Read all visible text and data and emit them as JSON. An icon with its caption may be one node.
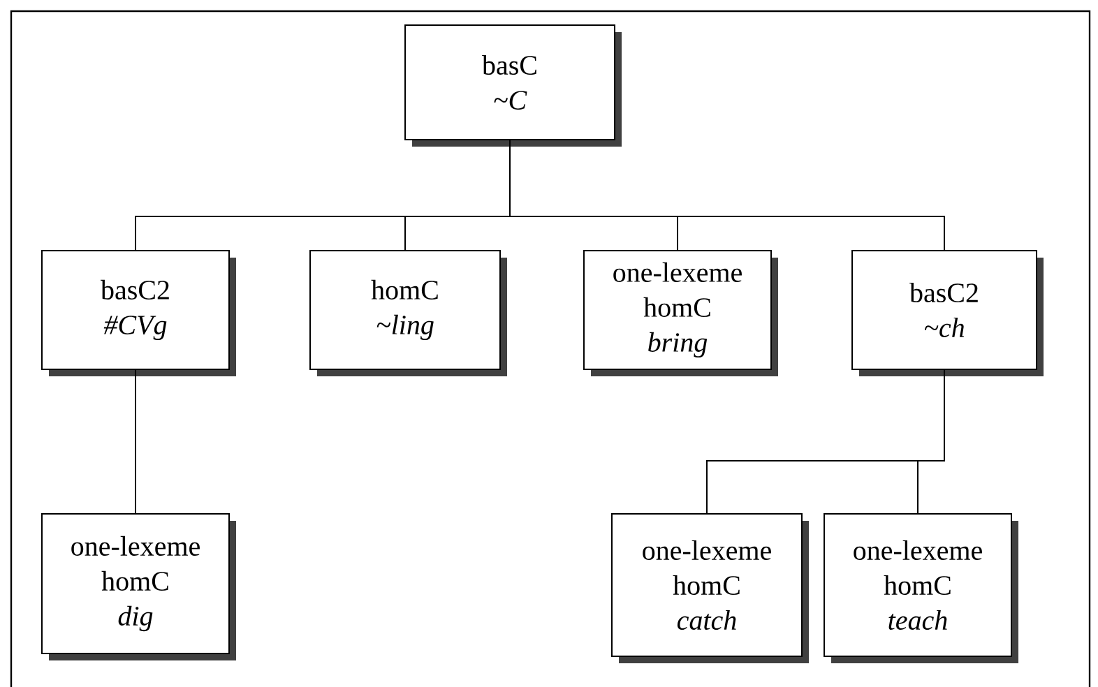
{
  "diagram": {
    "nodes": [
      {
        "text": [
          "basC",
          "~C"
        ]
      },
      {
        "text": [
          "basC2",
          "#CVg"
        ]
      },
      {
        "text": [
          "homC",
          "~ling"
        ]
      },
      {
        "text": [
          "one-lexeme homC",
          "bring"
        ]
      },
      {
        "text": [
          "basC2",
          "~ch"
        ]
      },
      {
        "text": [
          "one-lexeme homC",
          "dig"
        ]
      },
      {
        "text": [
          "one-lexeme homC",
          "catch"
        ]
      },
      {
        "text": [
          "one-lexeme homC",
          "teach"
        ]
      }
    ],
    "edges": [
      {
        "from": 0,
        "to": 1,
        "arrow": "none"
      },
      {
        "from": 0,
        "to": 2,
        "arrow": "none"
      },
      {
        "from": 0,
        "to": 3,
        "arrow": "none"
      },
      {
        "from": 0,
        "to": 4,
        "arrow": "none"
      },
      {
        "from": 1,
        "to": 5,
        "arrow": "none"
      },
      {
        "from": 4,
        "to": 6,
        "arrow": "none"
      },
      {
        "from": 4,
        "to": 7,
        "arrow": "none"
      }
    ]
  }
}
